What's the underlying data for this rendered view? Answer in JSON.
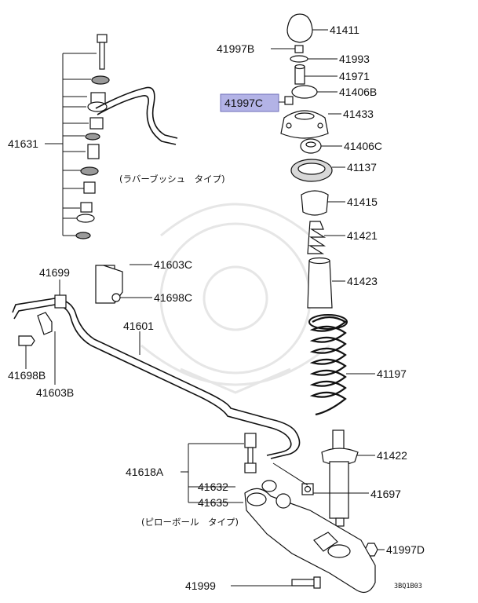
{
  "diagram": {
    "labels": {
      "p41411": "41411",
      "p41997B": "41997B",
      "p41993": "41993",
      "p41971": "41971",
      "p41406B": "41406B",
      "p41997C": "41997C",
      "p41433": "41433",
      "p41406C": "41406C",
      "p41137": "41137",
      "p41415": "41415",
      "p41421": "41421",
      "p41423": "41423",
      "p41197": "41197",
      "p41422": "41422",
      "p41697": "41697",
      "p41997D": "41997D",
      "p41999": "41999",
      "p41631": "41631",
      "p41699": "41699",
      "p41603C": "41603C",
      "p41698C": "41698C",
      "p41601": "41601",
      "p41698B": "41698B",
      "p41603B": "41603B",
      "p41618A": "41618A",
      "p41632": "41632",
      "p41635": "41635"
    },
    "notes": {
      "rubber_bush_type": "(ラバーブッシュ　タイプ)",
      "pillow_ball_type": "(ピローボール　タイプ)"
    },
    "catalog_code": "3BQ1B03",
    "highlight_color": "#b3b3e6"
  }
}
